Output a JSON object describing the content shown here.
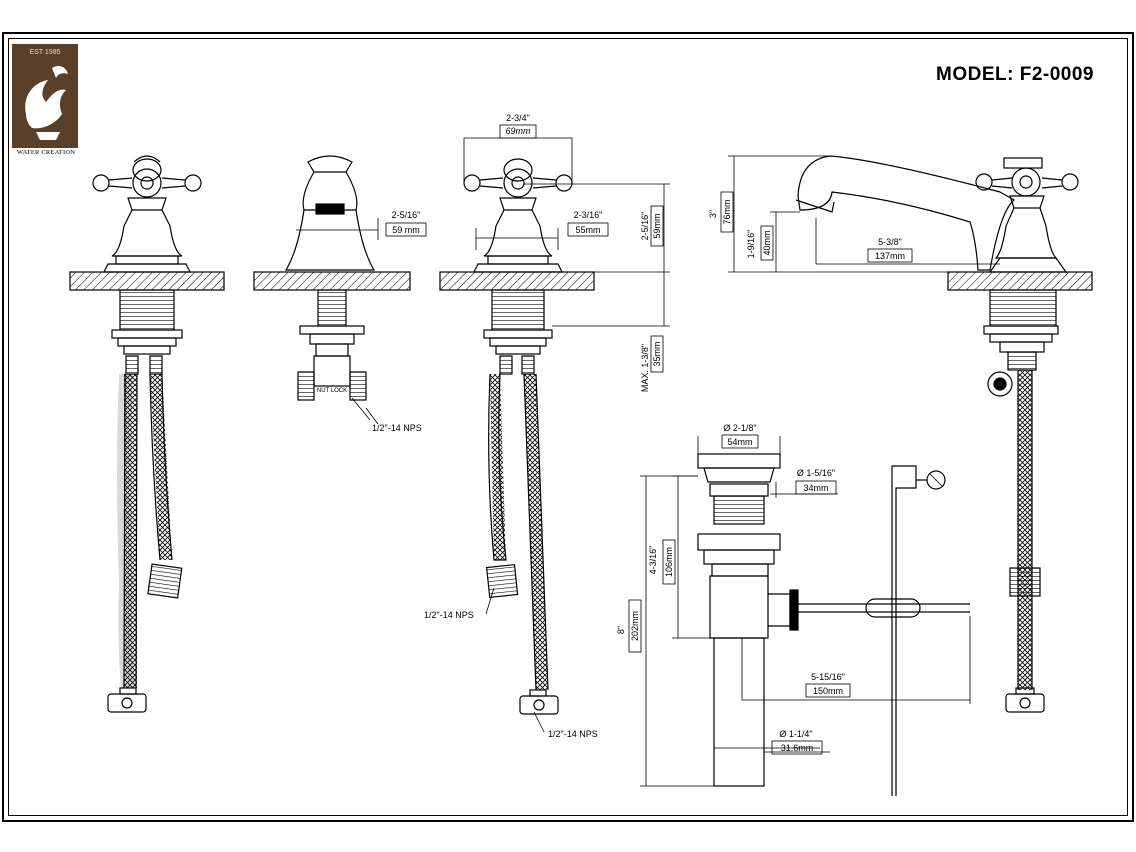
{
  "title_block": {
    "model": "MODEL: F2-0009",
    "logo_caption": "WATER CREATION",
    "logo_mark": "EST 1985"
  },
  "dimensions": {
    "spout_width_in": "2-3/4\"",
    "spout_width_mm": "69mm",
    "aerator_dia_in": "2-5/16\"",
    "aerator_dia_mm": "59 mm",
    "handle_base_in": "2-3/16\"",
    "handle_base_mm": "55mm",
    "handle_height_in": "2-5/16\"",
    "handle_height_mm": "59mm",
    "shank_max_label": "MAX. 1-3/8\"",
    "shank_max_mm": "35mm",
    "spout_height_in": "3\"",
    "spout_height_mm": "76mm",
    "outlet_height_in": "1-9/16\"",
    "outlet_height_mm": "40mm",
    "spout_reach_in": "5-3/8\"",
    "spout_reach_mm": "137mm",
    "drain_flange_in": "Ø 2-1/8\"",
    "drain_flange_mm": "54mm",
    "drain_body_in": "Ø 1-5/16\"",
    "drain_body_mm": "34mm",
    "drain_upper_in": "4-3/16\"",
    "drain_upper_mm": "106mm",
    "drain_total_in": "8\"",
    "drain_total_mm": "202mm",
    "pop_rod_in": "5-15/16\"",
    "pop_rod_mm": "150mm",
    "tailpiece_in": "Ø 1-1/4\"",
    "tailpiece_mm": "31.6mm"
  },
  "callouts": {
    "nps_center": "1/2\"-14 NPS",
    "nps_left_hose": "1/2\"-14 NPS",
    "nps_bottom": "1/2\"-14 NPS",
    "nut_label": "NUT LOCK"
  }
}
